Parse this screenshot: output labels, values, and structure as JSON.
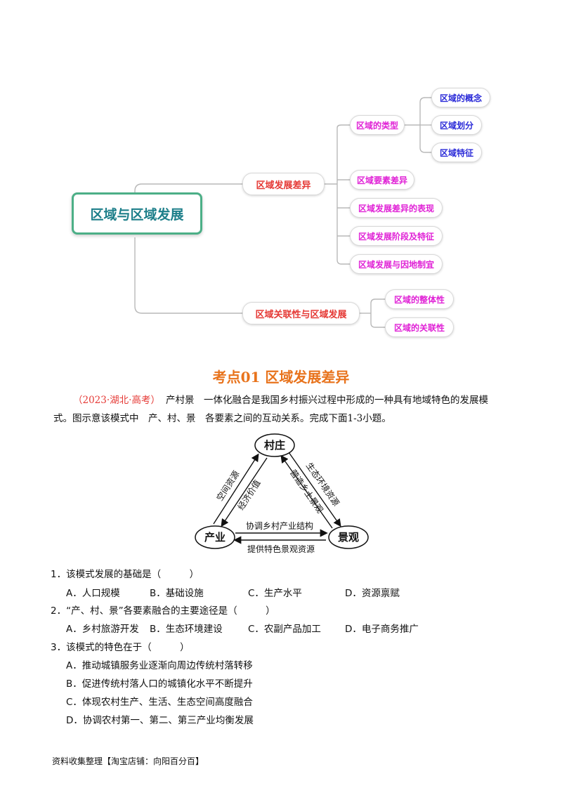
{
  "mindmap": {
    "root": "区域与区域发展",
    "branches": [
      {
        "label": "区域发展差异",
        "children": [
          {
            "label": "区域的类型",
            "children": [
              "区域的概念",
              "区域划分",
              "区域特征"
            ]
          },
          {
            "label": "区域要素差异"
          },
          {
            "label": "区域发展差异的表现"
          },
          {
            "label": "区域发展阶段及特征"
          },
          {
            "label": "区域发展与因地制宜"
          }
        ]
      },
      {
        "label": "区域关联性与区域发展",
        "children": [
          {
            "label": "区域的整体性"
          },
          {
            "label": "区域的关联性"
          }
        ]
      }
    ],
    "colors": {
      "root_border": "#4caf87",
      "root_text": "#1e7f8a",
      "level1": "#e53935",
      "level2": "#e022d6",
      "level3": "#2a2ad8"
    }
  },
  "section": {
    "title": "考点01  区域发展差异"
  },
  "intro": {
    "source": "（2023·湖北·高考）",
    "line1": "产村景　一体化融合是我国乡村振兴过程中形成的一种具有地域特色的发展模",
    "line2": "式。图示意该模式中　产、村、景　各要素之间的互动关系。完成下面1-3小题。"
  },
  "diagram": {
    "nodes": {
      "top": "村庄",
      "left": "产业",
      "right": "景观"
    },
    "labels": {
      "left_outer": "空间资源",
      "left_inner": "经济价值",
      "right_outer": "生态环境资源",
      "right_inner": "营造乡土景观",
      "bottom_top": "协调乡村产业结构",
      "bottom_bottom": "提供特色景观资源"
    }
  },
  "questions": [
    {
      "stem": "1．该模式发展的基础是（　　　）",
      "options": [
        "A．人口规模",
        "B．基础设施",
        "C．生产水平",
        "D．资源禀赋"
      ]
    },
    {
      "stem": "2．“产、村、景”各要素融合的主要途径是（　　　）",
      "options": [
        "A．乡村旅游开发",
        "B．生态环境建设",
        "C．农副产品加工",
        "D．电子商务推广"
      ]
    },
    {
      "stem": "3．该模式的特色在于（　　　）",
      "options": [
        "A．推动城镇服务业逐渐向周边传统村落转移",
        "B．促进传统村落人口的城镇化水平不断提升",
        "C．体现农村生产、生活、生态空间高度融合",
        "D．协调农村第一、第二、第三产业均衡发展"
      ]
    }
  ],
  "footer": "资料收集整理【淘宝店铺：向阳百分百】"
}
